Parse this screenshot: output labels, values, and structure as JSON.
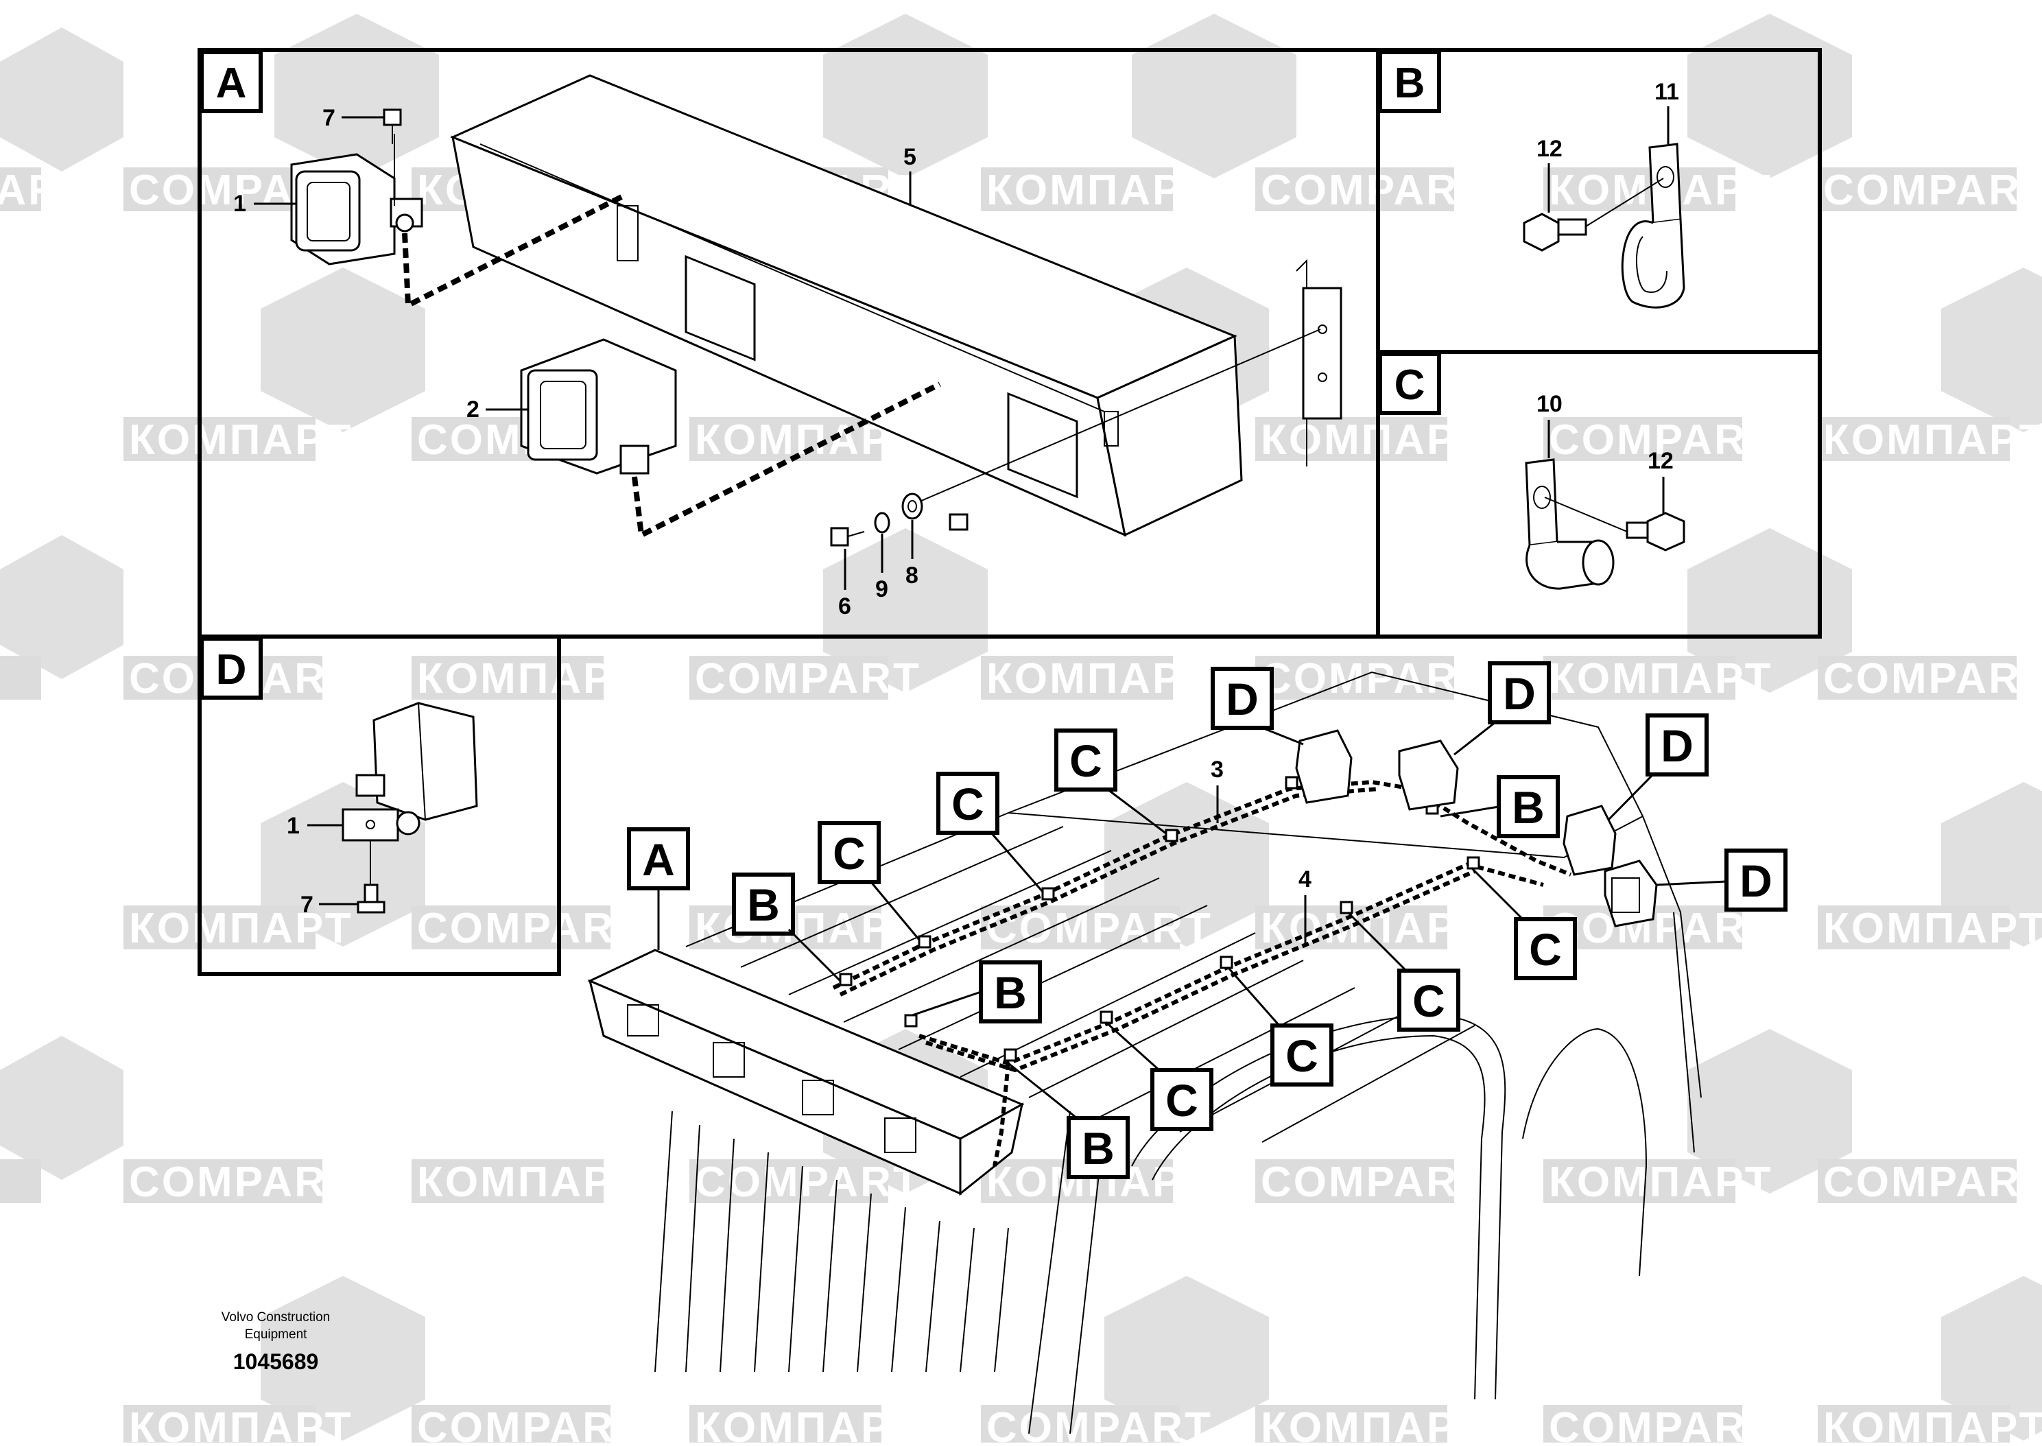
{
  "watermark": {
    "latin": "COMPART",
    "cyrillic": "КОМПАРТ"
  },
  "panels": {
    "A": "A",
    "B": "B",
    "C": "C",
    "D": "D"
  },
  "part_numbers": {
    "p1": "1",
    "p2": "2",
    "p3": "3",
    "p4": "4",
    "p5": "5",
    "p6": "6",
    "p7": "7",
    "p8": "8",
    "p9": "9",
    "p10": "10",
    "p11": "11",
    "p12": "12"
  },
  "footer": {
    "company_line1": "Volvo Construction",
    "company_line2": "Equipment",
    "drawing_number": "1045689"
  }
}
